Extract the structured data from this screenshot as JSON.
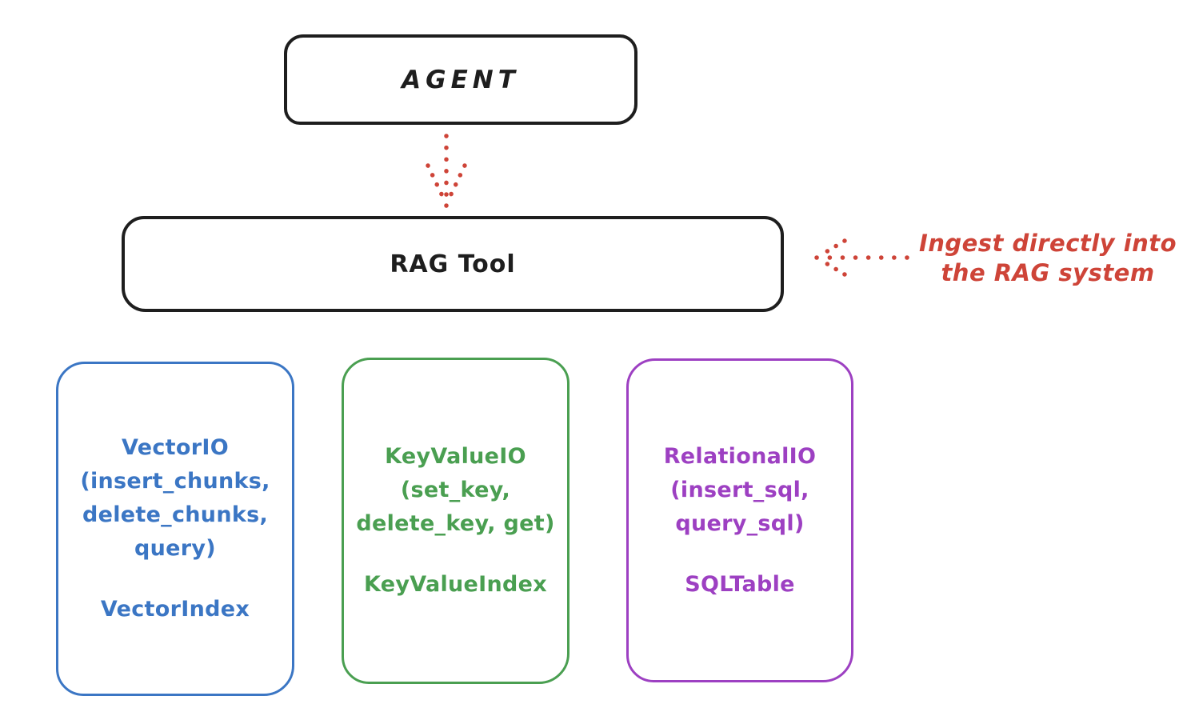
{
  "diagram": {
    "colors": {
      "stroke_black": "#1e1e1e",
      "accent_red": "#ce4438",
      "vector_blue": "#3b76c4",
      "keyvalue_green": "#4a9f51",
      "relational_purple": "#9d40c2",
      "background": "#ffffff"
    },
    "agent_box": {
      "label": "AGENT"
    },
    "rag_tool_box": {
      "label": "RAG Tool"
    },
    "ingest_annotation": {
      "line1": "Ingest directly into",
      "line2": "the RAG system"
    },
    "io_boxes": [
      {
        "name": "vector-io",
        "color": "#3b76c4",
        "lines": [
          "VectorIO",
          "(insert_chunks,",
          "delete_chunks,",
          "query)"
        ],
        "index_label": "VectorIndex"
      },
      {
        "name": "keyvalue-io",
        "color": "#4a9f51",
        "lines": [
          "KeyValueIO",
          "(set_key,",
          "delete_key, get)"
        ],
        "index_label": "KeyValueIndex"
      },
      {
        "name": "relational-io",
        "color": "#9d40c2",
        "lines": [
          "RelationalIO",
          "(insert_sql,",
          "query_sql)"
        ],
        "index_label": "SQLTable"
      }
    ]
  }
}
